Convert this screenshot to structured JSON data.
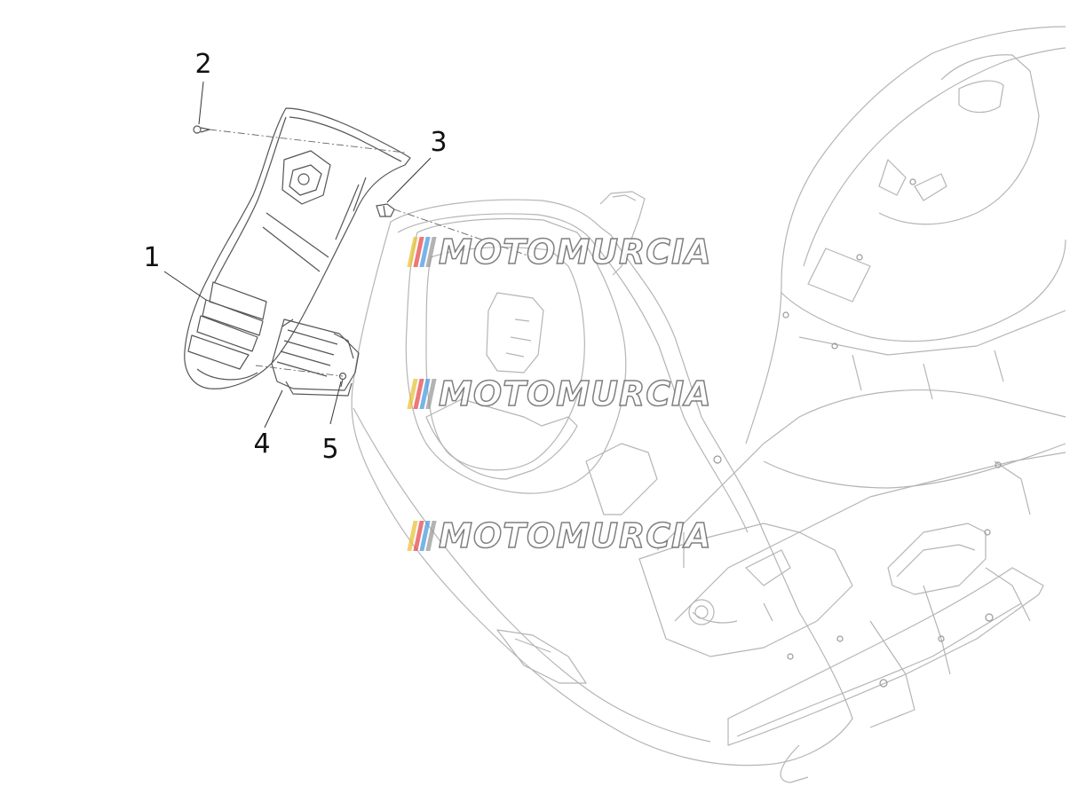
{
  "callouts": [
    {
      "id": "1",
      "label": "1"
    },
    {
      "id": "2",
      "label": "2"
    },
    {
      "id": "3",
      "label": "3"
    },
    {
      "id": "4",
      "label": "4"
    },
    {
      "id": "5",
      "label": "5"
    }
  ],
  "watermark": {
    "text": "MOTOMURCIA",
    "stripe_colors": [
      "#e9c23a",
      "#e64b4b",
      "#4a9be0",
      "#9a9a9a"
    ]
  },
  "colors": {
    "line": "#aaaaaa",
    "detail_line": "#555555",
    "label": "#111111"
  }
}
